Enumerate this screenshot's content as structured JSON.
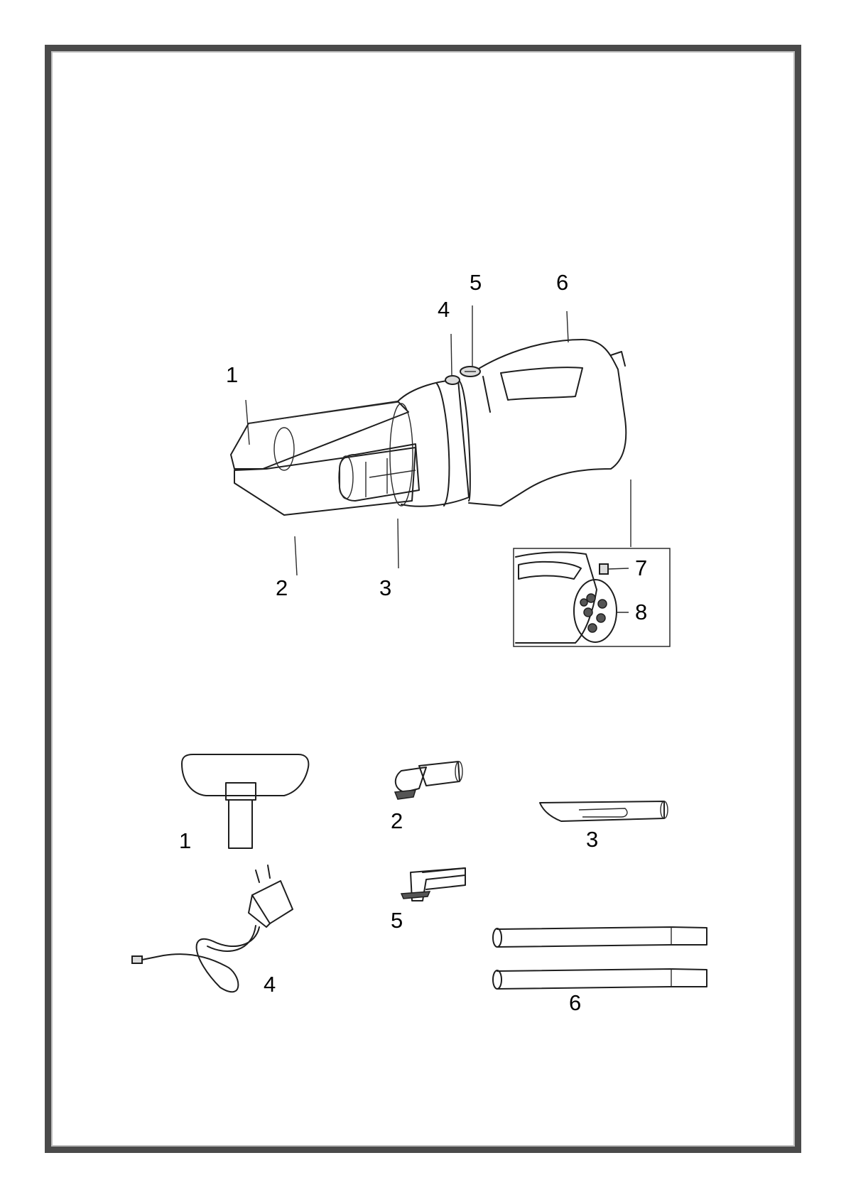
{
  "main_labels": [
    "1",
    "2",
    "3",
    "4",
    "5",
    "6",
    "7",
    "8"
  ],
  "accessory_labels": [
    "1",
    "2",
    "3",
    "4",
    "5",
    "6"
  ],
  "colors": {
    "line": "#1e1e1e",
    "frame": "#4a4a4a",
    "shade": "#dcdcdc"
  }
}
